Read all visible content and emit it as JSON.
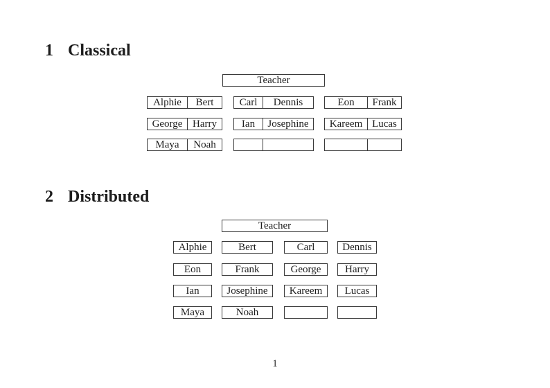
{
  "page": {
    "number": "1"
  },
  "colors": {
    "border": "#3a3a3a",
    "text": "#1c1c1c",
    "background": "#ffffff"
  },
  "sections": [
    {
      "number": "1",
      "title": "Classical",
      "teacher_label": "Teacher",
      "rows": [
        [
          {
            "left": "Alphie",
            "right": "Bert"
          },
          {
            "left": "Carl",
            "right": "Dennis"
          },
          {
            "left": "Eon",
            "right": "Frank"
          }
        ],
        [
          {
            "left": "George",
            "right": "Harry"
          },
          {
            "left": "Ian",
            "right": "Josephine"
          },
          {
            "left": "Kareem",
            "right": "Lucas"
          }
        ],
        [
          {
            "left": "Maya",
            "right": "Noah"
          },
          {
            "left": "",
            "right": ""
          },
          {
            "left": "",
            "right": ""
          }
        ]
      ]
    },
    {
      "number": "2",
      "title": "Distributed",
      "teacher_label": "Teacher",
      "rows": [
        [
          "Alphie",
          "Bert",
          "Carl",
          "Dennis"
        ],
        [
          "Eon",
          "Frank",
          "George",
          "Harry"
        ],
        [
          "Ian",
          "Josephine",
          "Kareem",
          "Lucas"
        ],
        [
          "Maya",
          "Noah",
          "",
          ""
        ]
      ]
    }
  ]
}
